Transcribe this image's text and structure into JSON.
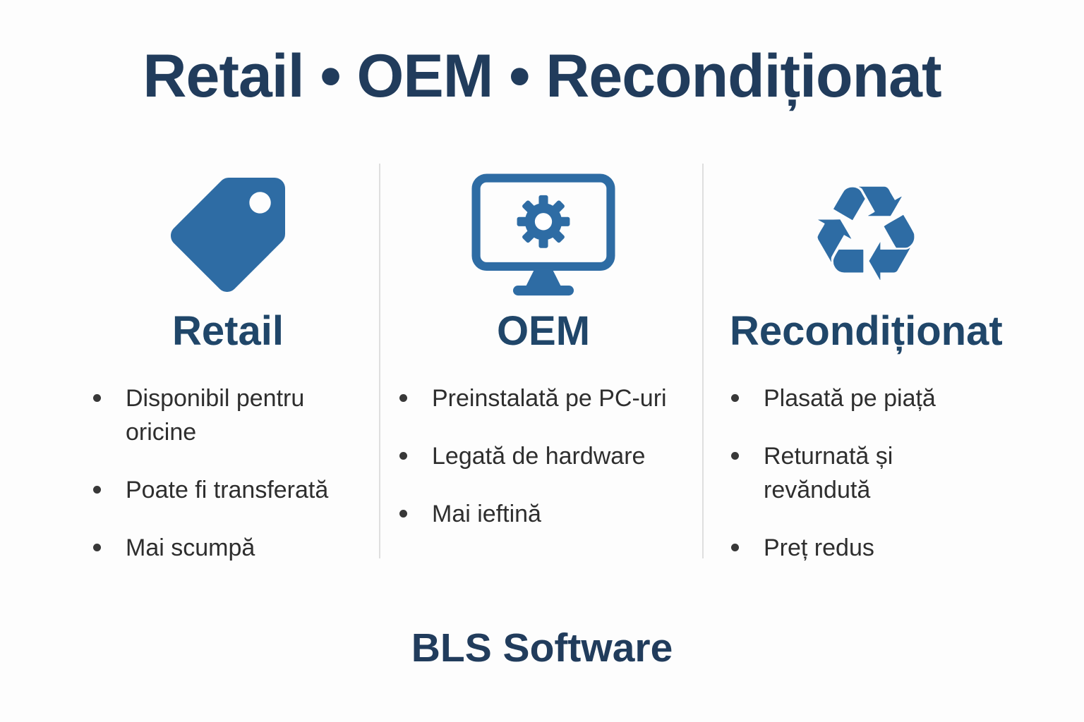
{
  "title": "Retail • OEM • Recondiționat",
  "columns": [
    {
      "icon": "price-tag-icon",
      "heading": "Retail",
      "bullets": [
        "Disponibil pentru\noricine",
        "Poate fi transferată",
        "Mai scumpă"
      ]
    },
    {
      "icon": "monitor-gear-icon",
      "heading": "OEM",
      "bullets": [
        "Preinstalată pe PC-uri",
        "Legată de hardware",
        "Mai ieftină"
      ]
    },
    {
      "icon": "recycle-icon",
      "heading": "Recondiționat",
      "bullets": [
        "Plasată pe piață",
        "Returnată și\nrevăndută",
        "Preț redus"
      ]
    }
  ],
  "footer": "BLS Software",
  "icons": {
    "recycle_glyph": "♻"
  },
  "colors": {
    "accent_blue": "#2e6ca4",
    "title_navy": "#213c5c",
    "heading_navy": "#204669",
    "body_text": "#2e2e2e",
    "divider": "#dfdfdf",
    "background": "#fdfdfd"
  }
}
